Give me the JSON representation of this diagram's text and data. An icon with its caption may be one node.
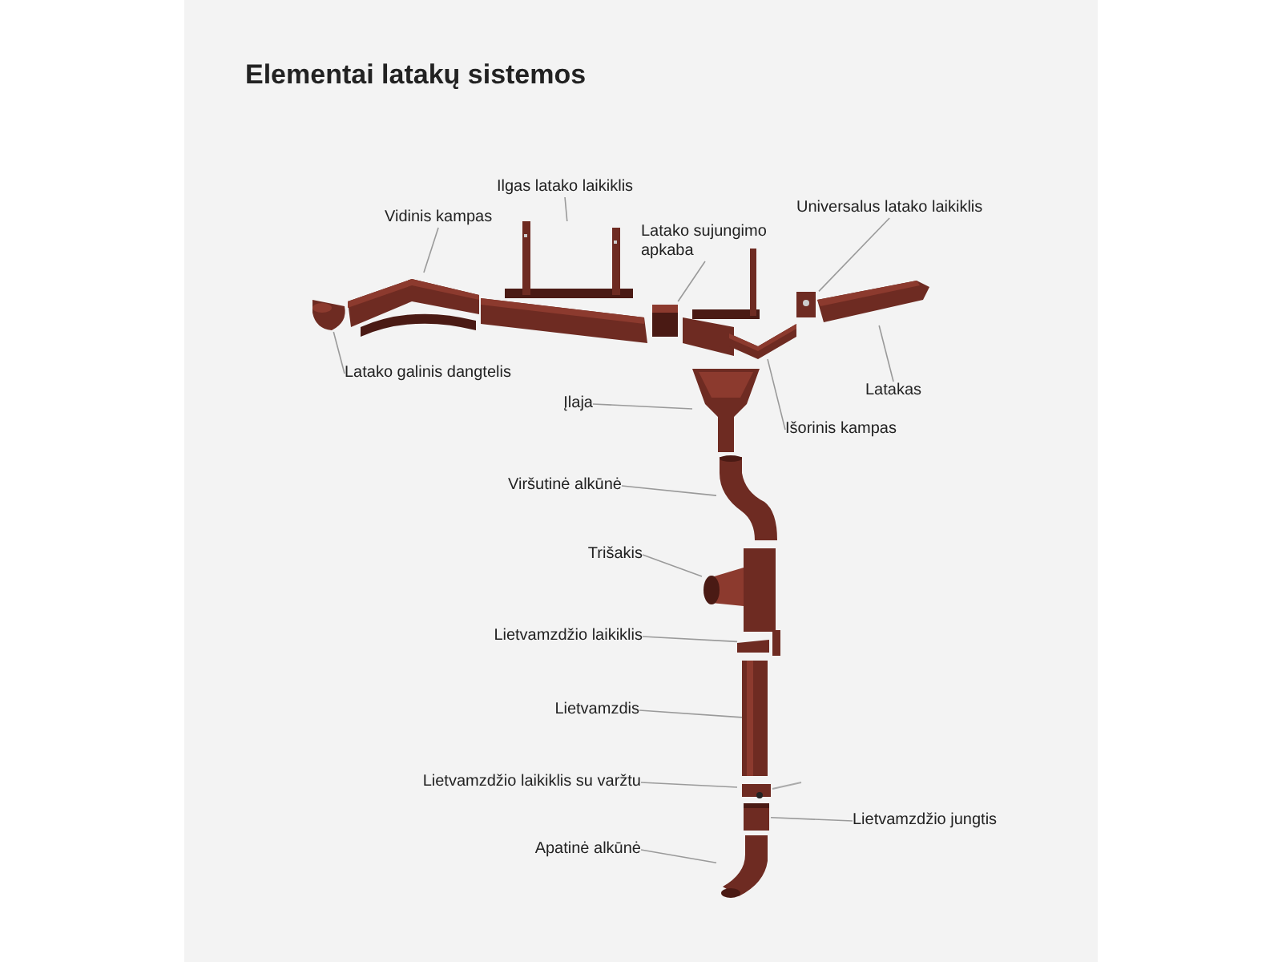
{
  "diagram": {
    "title": "Elementai latakų sistemos",
    "nodes": [
      {
        "text": [
          "Vidinis kampas"
        ]
      },
      {
        "text": [
          "Ilgas latako laikiklis"
        ]
      },
      {
        "text": [
          "Latako sujungimo apkaba"
        ]
      },
      {
        "text": [
          "Universalus latako laikiklis"
        ]
      },
      {
        "text": [
          "Latako galinis dangtelis"
        ]
      },
      {
        "text": [
          "Latakas"
        ]
      },
      {
        "text": [
          "Išorinis kampas"
        ]
      },
      {
        "text": [
          "Įlaja"
        ]
      },
      {
        "text": [
          "Viršutinė alkūnė"
        ]
      },
      {
        "text": [
          "Trišakis"
        ]
      },
      {
        "text": [
          "Lietvamzdžio laikiklis"
        ]
      },
      {
        "text": [
          "Lietvamzdis"
        ]
      },
      {
        "text": [
          "Lietvamzdžio laikiklis su varžtu"
        ]
      },
      {
        "text": [
          "Lietvamzdžio jungtis"
        ]
      },
      {
        "text": [
          "Apatinė alkūnė"
        ]
      },
      {
        "text": [],
        "shape": "picture"
      },
      {
        "text": [],
        "shape": "picture"
      },
      {
        "text": [],
        "shape": "picture"
      },
      {
        "text": [],
        "shape": "picture"
      },
      {
        "text": [],
        "shape": "picture"
      },
      {
        "text": [],
        "shape": "picture"
      },
      {
        "text": [],
        "shape": "picture"
      },
      {
        "text": [],
        "shape": "picture"
      },
      {
        "text": [],
        "shape": "picture"
      },
      {
        "text": [],
        "shape": "picture"
      },
      {
        "text": [],
        "shape": "picture"
      },
      {
        "text": [],
        "shape": "picture"
      },
      {
        "text": [],
        "shape": "picture"
      },
      {
        "text": [],
        "shape": "picture"
      },
      {
        "text": [],
        "shape": "picture"
      }
    ],
    "edges": [
      {
        "from": 0,
        "to": 16,
        "arrow": "none"
      },
      {
        "from": 1,
        "to": 17,
        "arrow": "none"
      },
      {
        "from": 2,
        "to": 18,
        "arrow": "none"
      },
      {
        "from": 3,
        "to": 19,
        "arrow": "none"
      },
      {
        "from": 4,
        "to": 15,
        "arrow": "none"
      },
      {
        "from": 5,
        "to": 20,
        "arrow": "none"
      },
      {
        "from": 6,
        "to": 21,
        "arrow": "none"
      },
      {
        "from": 7,
        "to": 22,
        "arrow": "none"
      },
      {
        "from": 8,
        "to": 23,
        "arrow": "none"
      },
      {
        "from": 9,
        "to": 24,
        "arrow": "none"
      },
      {
        "from": 10,
        "to": 25,
        "arrow": "none"
      },
      {
        "from": 11,
        "to": 26,
        "arrow": "none"
      },
      {
        "from": 12,
        "to": 27,
        "arrow": "none"
      },
      {
        "from": 13,
        "to": 28,
        "arrow": "none"
      },
      {
        "from": 14,
        "to": 29,
        "arrow": "none"
      }
    ]
  }
}
